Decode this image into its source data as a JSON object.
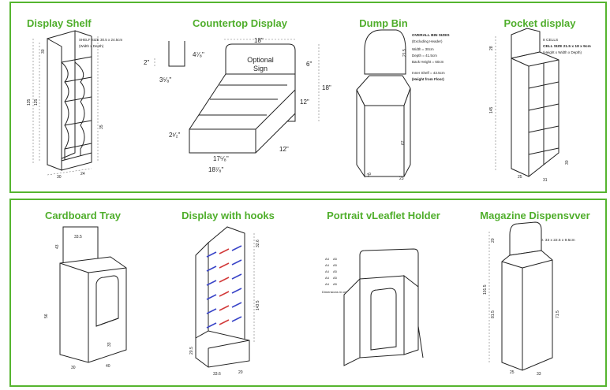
{
  "top_row": {
    "display_shelf": {
      "title": "Display Shelf",
      "note_line1": "SHELF SIZE 30.5 x 24.5cm",
      "note_line2": "(Width x Depth)",
      "dims": {
        "height_outer": "135",
        "height_inner": "125",
        "top": "30",
        "mid": "35",
        "width": "30",
        "depth": "24"
      }
    },
    "countertop_display": {
      "title": "Countertop Display",
      "sign_line1": "Optional",
      "sign_line2": "Sign",
      "dims": {
        "top_width": "18\"",
        "sign_height": "6\"",
        "total_height": "18\"",
        "tier_height": "12\"",
        "depth": "12\"",
        "front_width": "17⁵⁄₈\"",
        "base_width": "18⁷⁄₈\"",
        "front_lip": "2¹⁄₂\"",
        "tab_height": "2\"",
        "tab_depth": "4⁷⁄₈\"",
        "tab_width": "3⁵⁄₈\""
      }
    },
    "dump_bin": {
      "title": "Dump Bin",
      "sizes_heading": "OVERALL BIN SIZES",
      "sizes_sub": "(Excluding Header)",
      "width": "Width = 30cm",
      "depth": "Depth = 41.5cm",
      "back_height": "Back Height = 60cm",
      "inner_shelf": "Inner Shelf = 43.5cm",
      "inner_shelf_sub": "(Height from Floor)",
      "dims": {
        "header": "21.5",
        "height": "67",
        "width": "30",
        "depth": "23"
      }
    },
    "pocket_display": {
      "title": "Pocket display",
      "cells": "8 CELLS",
      "cell_size": "CELL SIZE 21.5 x 18 x 9cm",
      "cell_size_sub": "(Height x Width x Depth)",
      "dims": {
        "header": "28",
        "height": "145",
        "base": "30",
        "width": "31",
        "depth": "25"
      }
    }
  },
  "bottom_row": {
    "cardboard_tray": {
      "title": "Cardboard Tray",
      "dims": {
        "header_width": "33.5",
        "header_height": "43",
        "height": "56",
        "front": "33",
        "width": "30",
        "depth": "40"
      }
    },
    "display_with_hooks": {
      "title": "Display with hooks",
      "dims": {
        "header": "32.6",
        "height": "143.5",
        "base": "20.5",
        "width": "33.6",
        "depth": "20"
      }
    },
    "portrait_leaflet_holder": {
      "title": "Portrait vLeaflet Holder",
      "table": [
        [
          "A4",
          "A5"
        ],
        [
          "A4",
          "A5"
        ],
        [
          "A4",
          "A5"
        ],
        [
          "A4",
          "A5"
        ],
        [
          "A4",
          "A5"
        ]
      ],
      "table_caption": "Dimensions in cm"
    },
    "magazine_dispenser": {
      "title": "Magazine Dispensvver",
      "note": "I.D. 33 x 22.5 x 9.5cm",
      "dims": {
        "header": "20",
        "height_outer": "101.5",
        "height_inner": "81.5",
        "side": "71.5",
        "width": "33",
        "depth": "25"
      }
    }
  },
  "colors": {
    "accent_green": "#55b52f",
    "title_green": "#4fae2b",
    "hook_blue": "#3a45c8",
    "hook_red": "#d23a3a"
  }
}
